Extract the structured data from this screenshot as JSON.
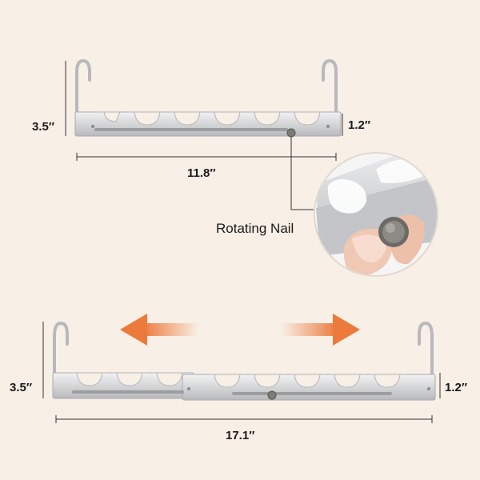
{
  "top_hanger": {
    "height_label": "3.5″",
    "depth_label": "1.2″",
    "width_label": "11.8″"
  },
  "callout": {
    "label": "Rotating Nail"
  },
  "bottom_hanger": {
    "height_label": "3.5″",
    "depth_label": "1.2″",
    "width_label": "17.1″"
  },
  "colors": {
    "background": "#f8efe6",
    "metal": "#d9dadc",
    "arrow": "#ec7a3c",
    "line": "#333333"
  }
}
